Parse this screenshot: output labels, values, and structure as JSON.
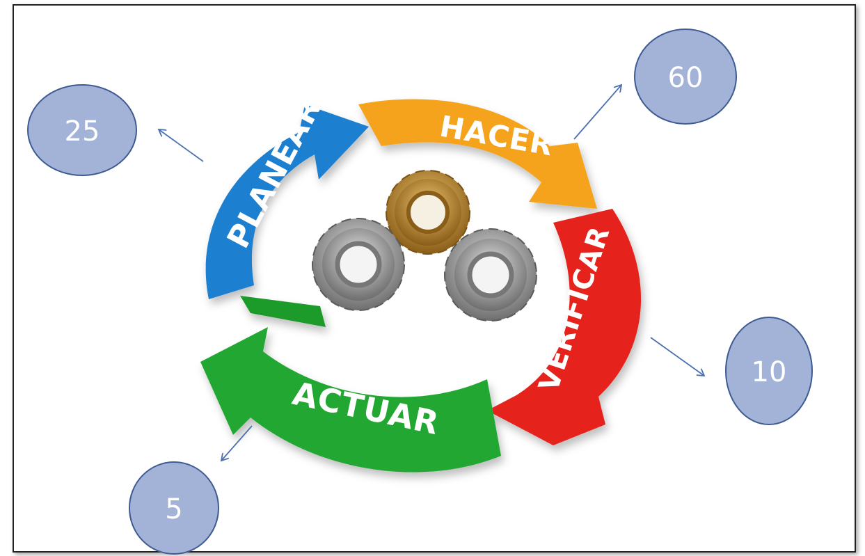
{
  "cycle": {
    "steps": [
      {
        "label": "PLANEAR",
        "color": "#1f7fd0"
      },
      {
        "label": "HACER",
        "color": "#f5a21c"
      },
      {
        "label": "VERIFICAR",
        "color": "#e5231b"
      },
      {
        "label": "ACTUAR",
        "color": "#24a833"
      }
    ],
    "gears": {
      "top_color": "#b8862f",
      "side_color": "#9a9a9a"
    }
  },
  "bubbles": [
    {
      "value": "25",
      "color": "#a3b3d8"
    },
    {
      "value": "60",
      "color": "#a3b3d8"
    },
    {
      "value": "10",
      "color": "#a3b3d8"
    },
    {
      "value": "5",
      "color": "#a3b3d8"
    }
  ]
}
